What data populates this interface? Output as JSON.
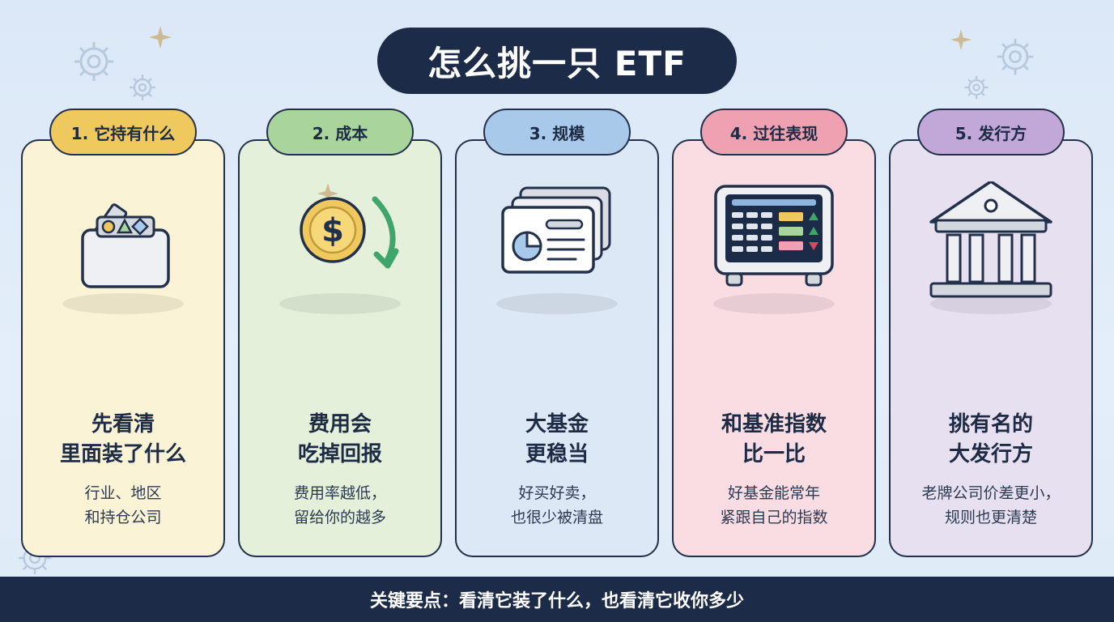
{
  "title": "怎么挑一只 ETF",
  "colors": {
    "navy": "#1c2b47",
    "card1_bg": "#fbf3d6",
    "card1_tag": "#f0c95e",
    "card2_bg": "#e4f0da",
    "card2_tag": "#a9d49b",
    "card3_bg": "#dde8f6",
    "card3_tag": "#a8c9ea",
    "card4_bg": "#f9dde3",
    "card4_tag": "#efa1b1",
    "card5_bg": "#e7e0f1",
    "card5_tag": "#c2a8d8"
  },
  "cards": [
    {
      "tag": "1. 它持有什么",
      "icon": "holdings-box-icon",
      "heading_line1": "先看清",
      "heading_line2": "里面装了什么",
      "desc_line1": "行业、地区",
      "desc_line2": "和持仓公司"
    },
    {
      "tag": "2. 成本",
      "icon": "dollar-coin-down-arrow-icon",
      "heading_line1": "费用会",
      "heading_line2": "吃掉回报",
      "desc_line1": "费用率越低，",
      "desc_line2": "留给你的越多"
    },
    {
      "tag": "3. 规模",
      "icon": "stacked-documents-pie-icon",
      "heading_line1": "大基金",
      "heading_line2": "更稳当",
      "desc_line1": "好买好卖，",
      "desc_line2": "也很少被清盘"
    },
    {
      "tag": "4. 过往表现",
      "icon": "stock-terminal-icon",
      "heading_line1": "和基准指数",
      "heading_line2": "比一比",
      "desc_line1": "好基金能常年",
      "desc_line2": "紧跟自己的指数"
    },
    {
      "tag": "5. 发行方",
      "icon": "bank-building-icon",
      "heading_line1": "挑有名的",
      "heading_line2": "大发行方",
      "desc_line1": "老牌公司价差更小，",
      "desc_line2": "规则也更清楚"
    }
  ],
  "footer": "关键要点：看清它装了什么，也看清它收你多少"
}
